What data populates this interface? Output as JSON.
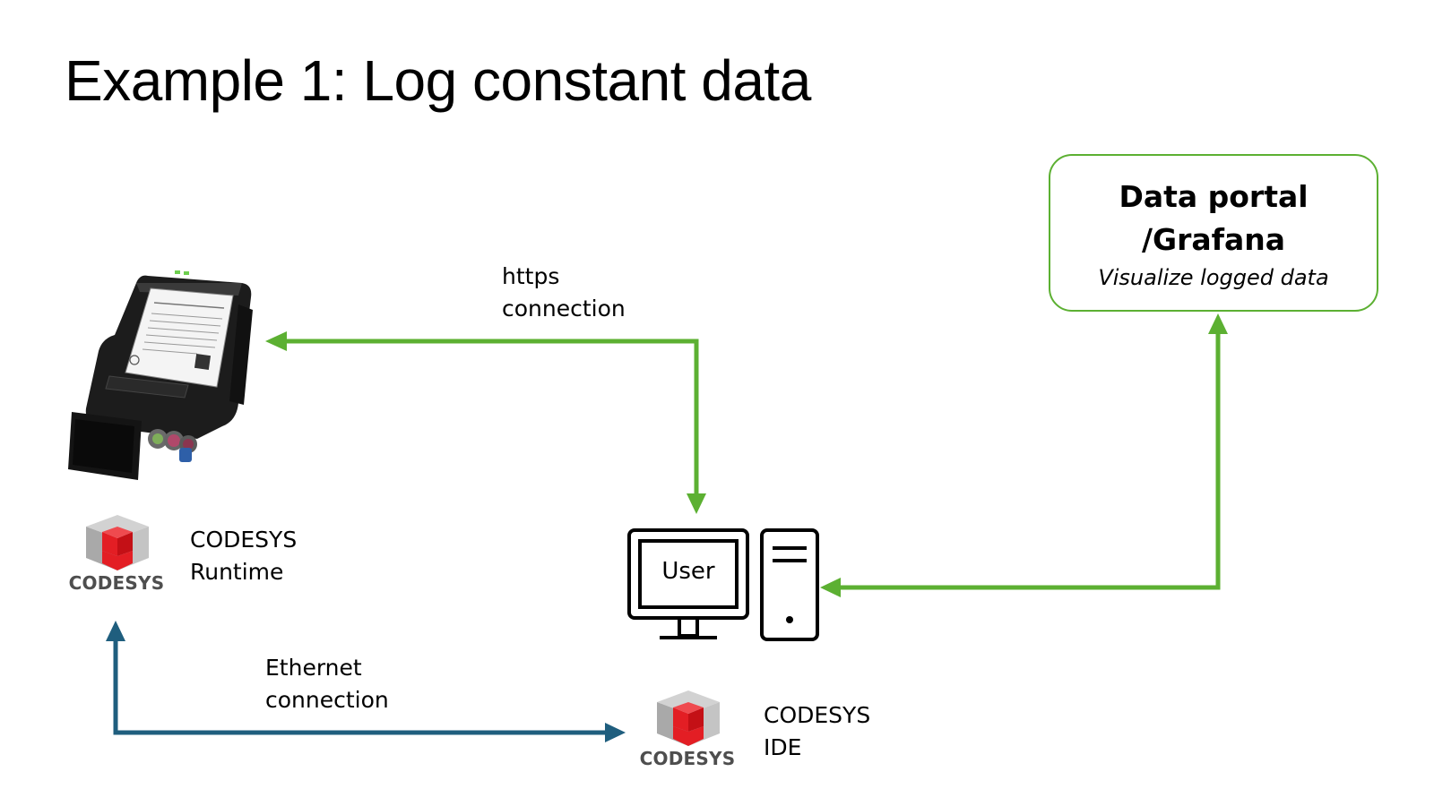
{
  "title": "Example 1: Log constant data",
  "https_label": [
    "https",
    "connection"
  ],
  "portal": {
    "title_lines": [
      "Data portal",
      "/Grafana"
    ],
    "subtitle": "Visualize logged data"
  },
  "runtime_label": [
    "CODESYS",
    "Runtime"
  ],
  "ide_label": [
    "CODESYS",
    "IDE"
  ],
  "ethernet_label": [
    "Ethernet",
    "connection"
  ],
  "user_label": "User",
  "logo_text": "CODESYS",
  "colors": {
    "green_arrow": "#5cb032",
    "blue_arrow": "#1f5e7e",
    "codesys_red": "#e31e24",
    "codesys_gray": "#b5b5b5"
  },
  "icons": [
    "telematics-device-image",
    "codesys-logo-icon",
    "computer-monitor-icon",
    "pc-tower-icon"
  ]
}
